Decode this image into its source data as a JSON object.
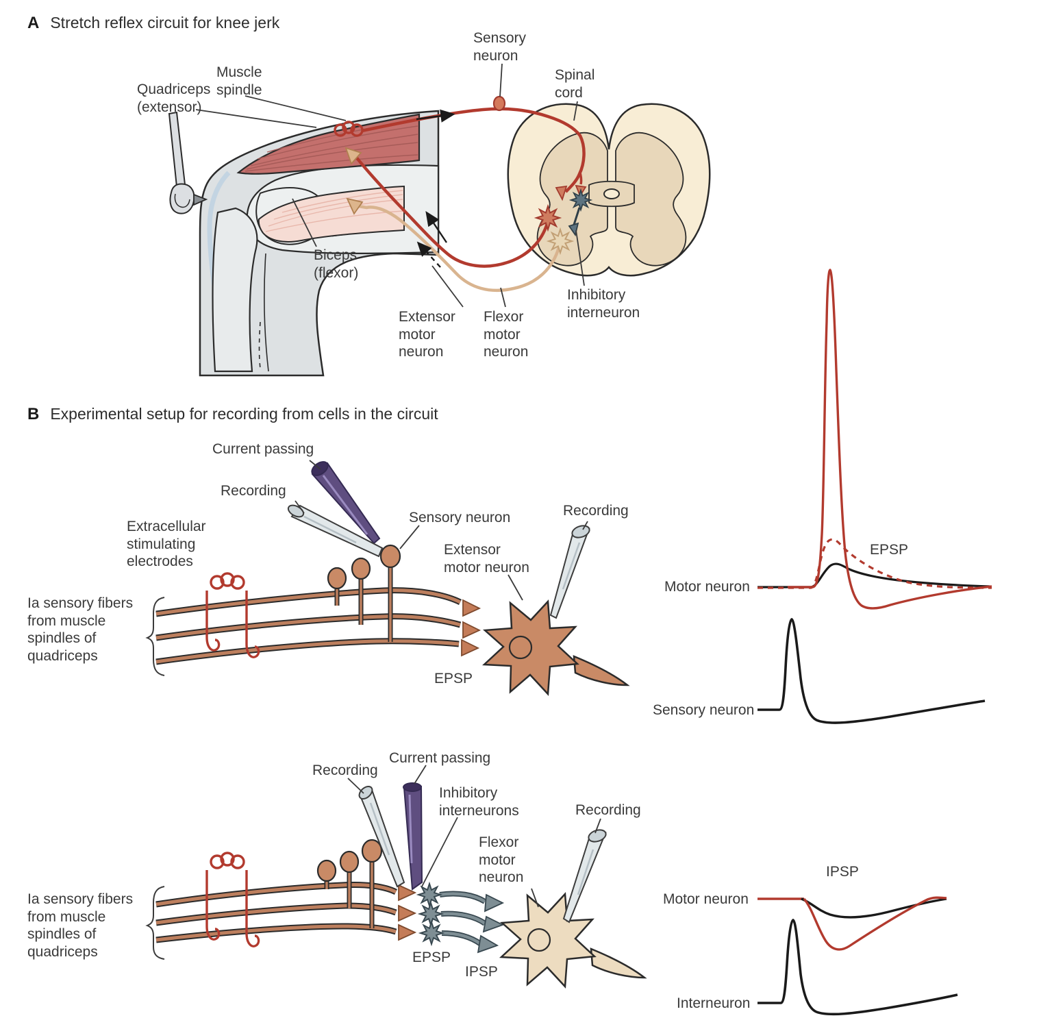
{
  "panelA": {
    "letter": "A",
    "title": "Stretch reflex circuit for knee jerk",
    "labels": {
      "quadriceps": "Quadriceps\n(extensor)",
      "muscle_spindle": "Muscle\nspindle",
      "sensory_neuron": "Sensory\nneuron",
      "spinal_cord": "Spinal\ncord",
      "biceps": "Biceps\n(flexor)",
      "extensor_motor_neuron": "Extensor\nmotor\nneuron",
      "flexor_motor_neuron": "Flexor\nmotor\nneuron",
      "inhibitory_interneuron": "Inhibitory\ninterneuron"
    }
  },
  "panelB": {
    "letter": "B",
    "title": "Experimental setup for recording from cells in the circuit",
    "top": {
      "current_passing": "Current passing",
      "recording_left": "Recording",
      "extracellular_stimulating_electrodes": "Extracellular\nstimulating\nelectrodes",
      "sensory_neuron": "Sensory neuron",
      "extensor_motor_neuron": "Extensor\nmotor neuron",
      "recording_right": "Recording",
      "ia_fibers": "Ia sensory fibers\nfrom muscle\nspindles of\nquadriceps",
      "epsp": "EPSP"
    },
    "traces_top": {
      "motor_neuron": "Motor neuron",
      "epsp": "EPSP",
      "sensory_neuron": "Sensory neuron"
    },
    "bottom": {
      "recording_left": "Recording",
      "current_passing": "Current passing",
      "inhibitory_interneurons": "Inhibitory\ninterneurons",
      "recording_right": "Recording",
      "flexor_motor_neuron": "Flexor\nmotor\nneuron",
      "ia_fibers": "Ia sensory fibers\nfrom muscle\nspindles of\nquadriceps",
      "epsp": "EPSP",
      "ipsp": "IPSP"
    },
    "traces_bottom": {
      "ipsp": "IPSP",
      "motor_neuron": "Motor neuron",
      "interneuron": "Interneuron"
    }
  },
  "colors": {
    "red_fiber": "#b23a2e",
    "tan_fiber": "#d9b48f",
    "quadriceps_muscle": "#c4706d",
    "biceps_muscle": "#f6dcd4",
    "cord_white_matter": "#f8edd5",
    "cord_gray_matter": "#e8d7ba",
    "motor_neuron_orange": "#c98a66",
    "flexor_neuron_beige": "#eddcc0",
    "interneuron_slate": "#7e8e94",
    "electrode_purple": "#5f4e80",
    "electrode_gray": "#e2e8ea",
    "trace_black": "#1a1a1a",
    "trace_red": "#b23a2e"
  }
}
